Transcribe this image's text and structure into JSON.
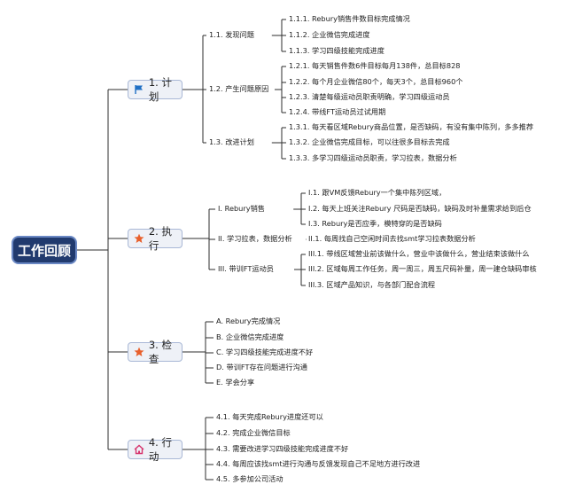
{
  "root": "工作回顾",
  "branches": [
    {
      "label": "1. 计划",
      "icon": "flag-icon",
      "icon_color": "#1f6fc4",
      "children": [
        {
          "label": "1.1. 发现问题",
          "children": [
            "1.1.1. Rebury销售件数目标完成情况",
            "1.1.2. 企业微信完成进度",
            "1.1.3. 学习四级技能完成进度"
          ]
        },
        {
          "label": "1.2. 产生问题原因",
          "children": [
            "1.2.1. 每天销售件数6件目标每月138件，总目标828",
            "1.2.2. 每个月企业微信80个，每天3个，总目标960个",
            "1.2.3. 清楚每级运动员职责明确，学习四级运动员",
            "1.2.4. 带线FT运动员过试用期"
          ]
        },
        {
          "label": "1.3. 改进计划",
          "children": [
            "1.3.1. 每天看区域Rebury商品位置，是否缺码，有没有集中陈列，多多推荐",
            "1.3.2. 企业微信完成目标，可以往很多目标去完成",
            "1.3.3. 多学习四级运动员职责，学习拉表，数据分析"
          ]
        }
      ]
    },
    {
      "label": "2. 执行",
      "icon": "star-icon",
      "icon_color": "#e8602c",
      "children": [
        {
          "label": "I. Rebury销售",
          "children": [
            "I.1. 跟VM反馈Rebury一个集中陈列区域，",
            "I.2. 每天上班关注Rebury 尺码是否缺码，缺码及时补量需求给到后仓",
            "I.3. Rebury是否应季，模特穿的是否缺码"
          ]
        },
        {
          "label": "II. 学习拉表，数据分析",
          "children": [
            "II.1. 每周找自己空闲时间去找smt学习拉表数据分析"
          ]
        },
        {
          "label": "III. 带训FT运动员",
          "children": [
            "III.1. 带线区域营业前该做什么，营业中该做什么，营业结束该做什么",
            "III.2. 区域每周工作任务，周一周三，周五尺码补量，周一建仓缺码审核",
            "III.3. 区域产品知识，与各部门配合流程"
          ]
        }
      ]
    },
    {
      "label": "3. 检查",
      "icon": "star-icon",
      "icon_color": "#e8602c",
      "children": [
        "A. Rebury完成情况",
        "B. 企业微信完成进度",
        "C. 学习四级技能完成进度不好",
        "D. 带训FT存在问题进行沟通",
        "E. 学会分享"
      ]
    },
    {
      "label": "4. 行动",
      "icon": "house-icon",
      "icon_color": "#d6336c",
      "children": [
        "4.1. 每天完成Rebury进度还可以",
        "4.2. 完成企业微信目标",
        "4.3. 需要改进学习四级技能完成进度不好",
        "4.4. 每周应该找smt进行沟通与反馈发现自己不足地方进行改进",
        "4.5. 多参加公司活动"
      ]
    }
  ]
}
